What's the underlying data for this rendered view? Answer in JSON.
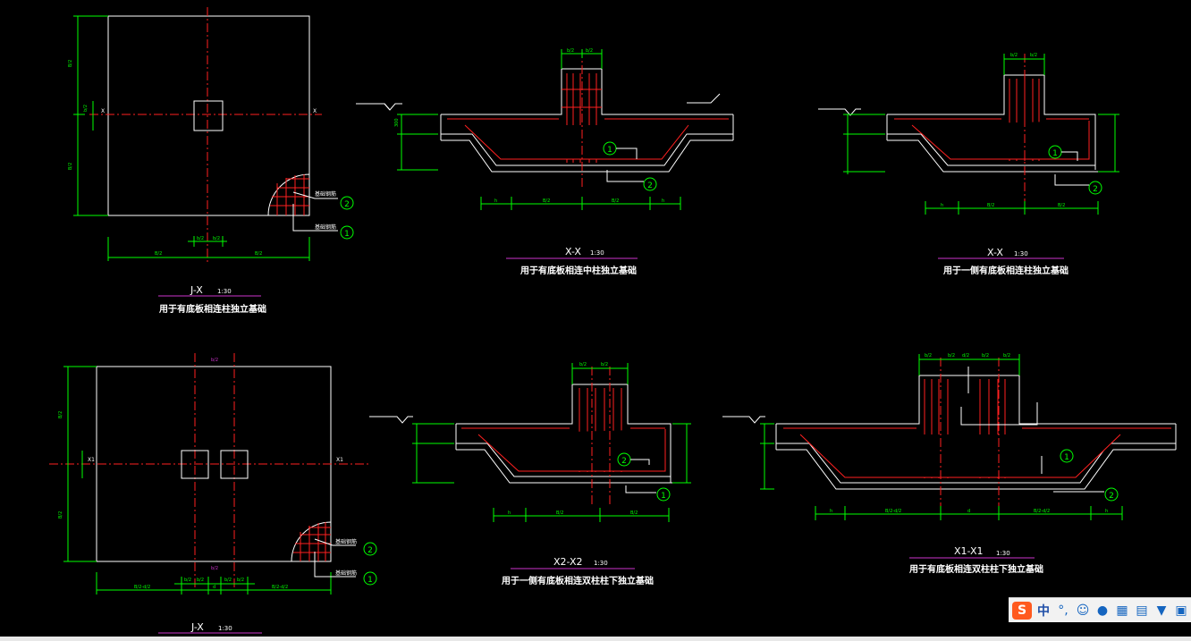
{
  "colors": {
    "background": "#000000",
    "outline": "#ffffff",
    "centerline": "#ff0000",
    "rebar": "#ff2020",
    "dimension": "#00ff00",
    "underline": "#cc33cc",
    "label": "#ffffff",
    "leader": "#ffffff"
  },
  "views": [
    {
      "title": "J-X",
      "scale": "1:30",
      "caption": "用于有底板相连柱独立基础"
    },
    {
      "title": "X-X",
      "scale": "1:30",
      "caption": "用于有底板相连中柱独立基础"
    },
    {
      "title": "X-X",
      "scale": "1:30",
      "caption": "用于一侧有底板相连柱独立基础"
    },
    {
      "title": "J-X",
      "scale": "1:30",
      "caption": ""
    },
    {
      "title": "X2-X2",
      "scale": "1:30",
      "caption": "用于一侧有底板相连双柱柱下独立基础"
    },
    {
      "title": "X1-X1",
      "scale": "1:30",
      "caption": "用于有底板相连双柱柱下独立基础"
    }
  ],
  "callouts": {
    "n1": "1",
    "n2": "2",
    "rebar_label": "基础钢筋"
  },
  "ime": {
    "logo": "S",
    "lang": "中",
    "punct": "°,",
    "icons": [
      "emoji-icon",
      "mic-icon",
      "keyboard-icon",
      "toolbox-icon",
      "shirt-icon",
      "grid-icon"
    ]
  }
}
